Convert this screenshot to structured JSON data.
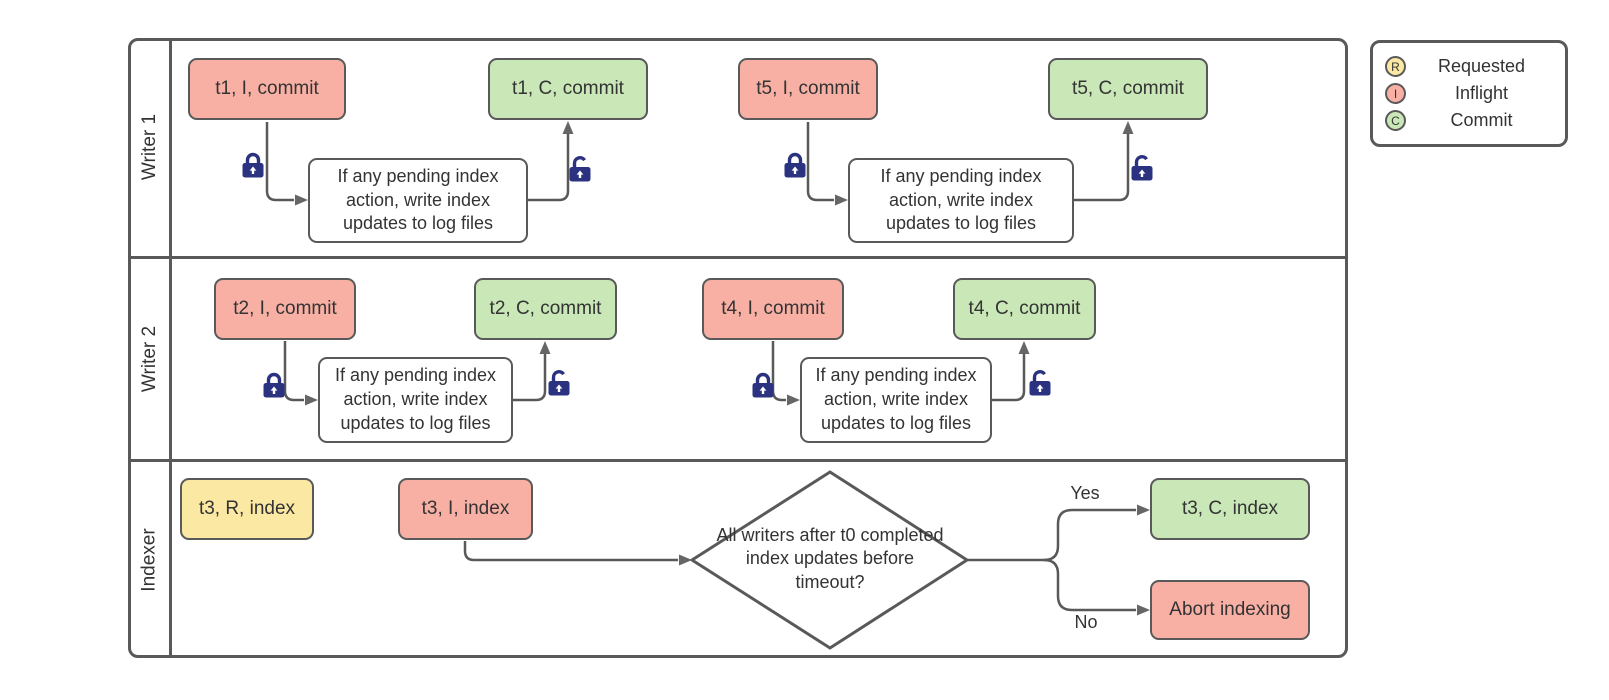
{
  "legend": {
    "items": [
      {
        "letter": "R",
        "label": "Requested",
        "fill": "requested"
      },
      {
        "letter": "I",
        "label": "Inflight",
        "fill": "inflight"
      },
      {
        "letter": "C",
        "label": "Commit",
        "fill": "commit"
      }
    ]
  },
  "lanes": [
    {
      "label": "Writer 1",
      "units": [
        {
          "inflight": "t1, I, commit",
          "note": "If any pending index action, write index updates to log files",
          "commit": "t1, C, commit"
        },
        {
          "inflight": "t5, I, commit",
          "note": "If any pending index action, write index updates to log files",
          "commit": "t5, C, commit"
        }
      ]
    },
    {
      "label": "Writer 2",
      "units": [
        {
          "inflight": "t2, I, commit",
          "note": "If any pending index action, write index updates to log files",
          "commit": "t2, C, commit"
        },
        {
          "inflight": "t4, I, commit",
          "note": "If any pending index action, write index updates to log files",
          "commit": "t4, C, commit"
        }
      ]
    },
    {
      "label": "Indexer",
      "requested": "t3, R, index",
      "inflight": "t3, I, index",
      "decision": "All writers after t0 completed index updates before timeout?",
      "yes_label": "Yes",
      "no_label": "No",
      "commit": "t3, C, index",
      "abort": "Abort indexing"
    }
  ],
  "colors": {
    "requested": "#FAE8A3",
    "inflight": "#F8B0A5",
    "commit": "#C9E7B7",
    "border": "#595959",
    "lock": "#2B3280",
    "text": "#333333"
  }
}
